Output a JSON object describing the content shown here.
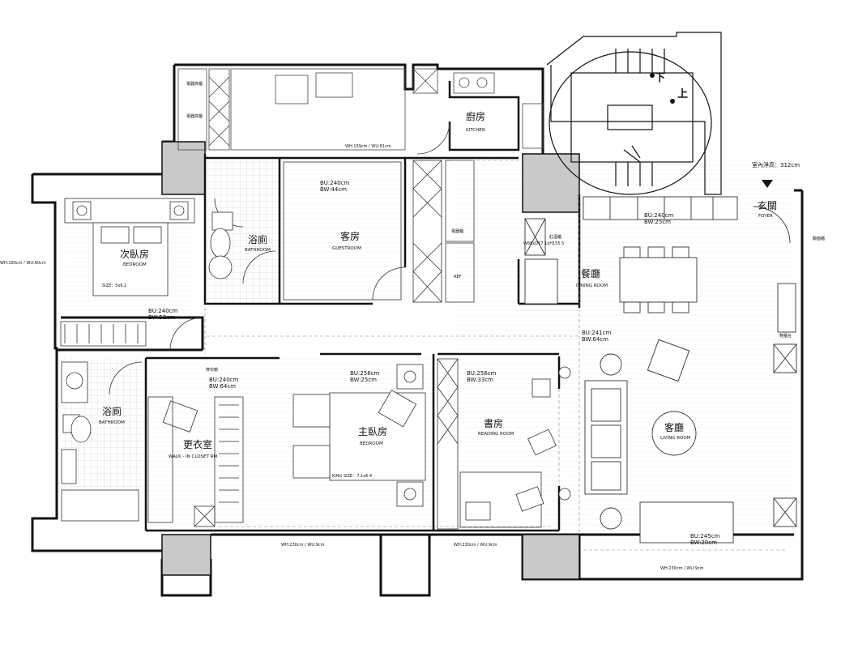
{
  "rooms": {
    "kitchen": {
      "cn": "廚房",
      "en": "KITCHEN"
    },
    "guestroom": {
      "cn": "客房",
      "en": "GUESTROOM"
    },
    "bathroom_top": {
      "cn": "浴廁",
      "en": "BATHROOM"
    },
    "bedroom2": {
      "cn": "次臥房",
      "en": "BEDROOM",
      "size": "SIZE：5x6.2"
    },
    "bathroom_bottom": {
      "cn": "浴廁",
      "en": "BATHROOM"
    },
    "walk_in": {
      "cn": "更衣室",
      "en": "WALK - IN CLOSET RM"
    },
    "master": {
      "cn": "主臥房",
      "en": "BEDROOM",
      "size": "KING SIZE：7.1x6.4"
    },
    "reading": {
      "cn": "書房",
      "en": "READING ROOM"
    },
    "dining": {
      "cn": "餐廳",
      "en": "DINING ROOM"
    },
    "living": {
      "cn": "客廳",
      "en": "LIVING ROOM"
    },
    "foyer": {
      "cn": "玄關",
      "en": "FOYER"
    }
  },
  "stairs": {
    "down": "下",
    "up": "上"
  },
  "notes": {
    "ceiling": "室內淨高：312cm",
    "mirror_cabinet": "鏡面櫃",
    "shoe_cabinet": "鞋櫃台",
    "ref": "REF",
    "closet_label": "穿衣鏡",
    "wine": "紅酒櫃",
    "wine_dim": "W68xD67.1xH155.5",
    "tall1": "電器高櫃",
    "tall2": "電器高櫃",
    "tall3": "電器櫃"
  },
  "dims": {
    "kitchen_window": "WH:159cm / WU:81cm",
    "guest_bu": "BU:240cm",
    "guest_bw": "BW:44cm",
    "bed2_bu": "BU:240cm",
    "bed2_bw": "BW:52cm",
    "bed2_wall": "WH:180cm / WU:60cm",
    "closet_bu": "BU:240cm",
    "closet_bw": "BW:64cm",
    "master_bu": "BU:256cm",
    "master_bw": "BW:25cm",
    "reading_bu": "BU:256cm",
    "reading_bw": "BW:33cm",
    "dining_bu": "BU:240cm",
    "dining_bw": "BW:25cm",
    "living_bu1": "BU:241cm",
    "living_bw1": "BW:64cm",
    "living_bu2": "BU:245cm",
    "living_bw2": "BW:20cm",
    "win_master": "WH:230cm / WU:9cm",
    "win_reading": "WH:230cm / WU:9cm",
    "win_living": "WH:230cm / WU:9cm"
  }
}
